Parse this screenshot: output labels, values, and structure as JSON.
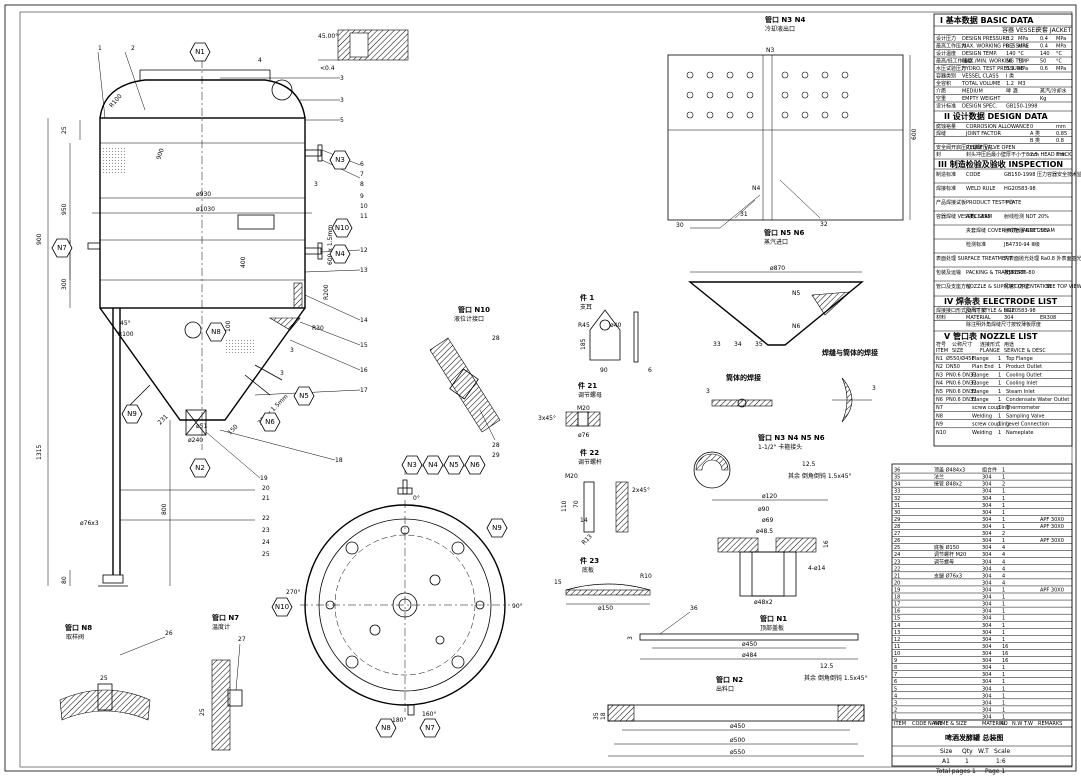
{
  "part_labels": [
    "1",
    "2",
    "3",
    "4",
    "5",
    "6",
    "7",
    "8",
    "9",
    "10",
    "11",
    "12",
    "13",
    "14",
    "15",
    "16",
    "17",
    "18",
    "19",
    "20",
    "21",
    "22",
    "23",
    "24",
    "25",
    "26",
    "27",
    "28",
    "29",
    "30",
    "31",
    "32",
    "33",
    "34",
    "35",
    "36"
  ],
  "nozzles": [
    "N1",
    "N2",
    "N3",
    "N4",
    "N5",
    "N6",
    "N7",
    "N8",
    "N9",
    "N10"
  ],
  "main_dims": {
    "d930": "ø930",
    "d1030": "ø1030",
    "h900": "900",
    "h950": "950",
    "h300": "300",
    "h1315": "1315",
    "h800": "800",
    "h80": "80",
    "h25": "25",
    "r100": "R100",
    "r100b": "R100",
    "r30": "R30",
    "t3": "3",
    "t3b": "3",
    "t3c": "3",
    "d45": "45.00°",
    "d04": "<0.4",
    "r900": "900",
    "r400": "400",
    "r200": "R200",
    "d76": "ø76x3",
    "d51": "ø51",
    "d240": "ø240",
    "d150": "150",
    "d231": "231",
    "d323": "323 x 1.5mm",
    "d600x": "600 x 1.5mm",
    "d45b": "45°",
    "d100": "100",
    "d20": "20"
  },
  "views": {
    "n3n4": {
      "title": "管口 N3 N4",
      "sub": "冷却液出口",
      "d600": "600"
    },
    "n5n6": {
      "title": "管口 N5 N6",
      "sub": "蒸汽进口"
    },
    "part1": {
      "title": "件 1",
      "sub": "支耳",
      "r45": "R45",
      "d40": "ø40",
      "h185": "185",
      "w90": "90",
      "t6": "6"
    },
    "n10": {
      "title": "管口 N10",
      "sub": "液位计接口",
      "d28": "28"
    },
    "part21": {
      "title": "件 21",
      "sub": "调节螺母",
      "m20": "M20",
      "d76": "ø76",
      "c": "3x45°"
    },
    "part22": {
      "title": "件 22",
      "sub": "调节螺杆",
      "m20": "M20",
      "h110": "110",
      "h70": "70",
      "d14": "14",
      "r13": "R13",
      "c": "2x45°"
    },
    "part23": {
      "title": "件 23",
      "sub": "底板",
      "d15": "15",
      "r10": "R10",
      "d150": "ø150"
    },
    "cone": {
      "d870": "ø870"
    },
    "weld": {
      "title": "焊缝与筒体的焊接"
    },
    "shell_weld": {
      "title": "筒体的焊接"
    },
    "n3456": {
      "title": "管口 N3 N4 N5 N6",
      "sub": "1-1/2\" 卡箍接头",
      "roughness": "12.5",
      "chamfer": "其余 倒角倒钝 1.5x45°",
      "d120": "ø120",
      "d90": "ø90",
      "d69": "ø69",
      "d485": "ø48.5",
      "d48x2": "ø48x2",
      "d14": "4-ø14",
      "h16": "16"
    },
    "n1": {
      "title": "管口 N1",
      "sub": "顶部盖板",
      "d450": "ø450",
      "d484": "ø484",
      "t3": "3"
    },
    "n2": {
      "title": "管口 N2",
      "sub": "出料口",
      "roughness": "12.5",
      "chamfer": "其余 倒角倒钝 1.5x45°",
      "d450": "ø450",
      "d500": "ø500",
      "d550": "ø550",
      "h35": "35",
      "h18": "18"
    },
    "n8": {
      "title": "管口 N8",
      "sub": "取样阀",
      "d25": "25"
    },
    "n7": {
      "title": "管口 N7",
      "sub": "温度计",
      "d25": "25"
    },
    "plan": {
      "a0": "0°",
      "a90": "90°",
      "a180": "180°",
      "a270": "270°",
      "a160": "160°",
      "n3g": [
        "N3",
        "N4",
        "N5",
        "N6"
      ]
    }
  },
  "basic_data": {
    "title": "I 基本数据  BASIC DATA",
    "head": [
      "",
      "",
      "容器 VESSEL",
      "夹套 JACKET"
    ],
    "rows": [
      [
        "设计压力",
        "DESIGN PRESSURE",
        "0.2",
        "MPa",
        "0.4",
        "MPa"
      ],
      [
        "最高工作压力",
        "MAX. WORKING PRESSURE",
        "0.2",
        "MPa",
        "0.4",
        "MPa"
      ],
      [
        "设计温度",
        "DESIGN TEMP.",
        "140",
        "°C",
        "140",
        "°C"
      ],
      [
        "最高/低工作温度",
        "MAX./MIN. WORKING TEMP",
        "50",
        "°C",
        "50",
        "°C"
      ],
      [
        "水压试验压力",
        "HYDRO. TEST PRESSURE",
        "0.3",
        "MPa",
        "0.6",
        "MPa"
      ],
      [
        "容器类别",
        "VESSEL CLASS",
        "I 类",
        "",
        "",
        ""
      ],
      [
        "全容积",
        "TOTAL VOLUME",
        "1.2",
        "M3",
        "",
        ""
      ],
      [
        "介质",
        "MEDIUM",
        "啤 酒",
        "",
        "蒸汽/冷却水",
        ""
      ],
      [
        "空重",
        "EMPTY WEIGHT",
        "",
        "",
        "Kg",
        ""
      ],
      [
        "设计标准",
        "DESIGN SPEC.",
        "GB150-1998",
        "",
        "",
        ""
      ]
    ]
  },
  "design_data": {
    "title": "II 设计数据  DESIGN DATA",
    "rows": [
      [
        "腐蚀裕量",
        "CORROSION ALLOWANCE",
        "0",
        "mm"
      ],
      [
        "焊缝",
        "JOINT FACTOR",
        "A 类",
        "0.85"
      ],
      [
        "",
        "",
        "B 类",
        "0.8"
      ],
      [
        "安全阀开启压力/爆破压力",
        "RELIEF VALVE OPEN",
        "",
        ""
      ],
      [
        "封",
        "封头冲压后最小壁厚不小于8mm HEAD THICK",
        "2.5",
        "mm"
      ]
    ]
  },
  "inspection": {
    "title": "III 制造检验及验收  INSPECTION",
    "rows": [
      [
        "制造标准",
        "CODE",
        "GB150-1998 压力容器安全技术监察规程"
      ],
      [
        "焊接标准",
        "WELD RULE",
        "HG20583-98"
      ],
      [
        "产品焊接试板",
        "PRODUCT TEST PLATE",
        "不作"
      ],
      [
        "容器焊缝 VESSEL SEAM",
        "A类CLASS",
        "射线检测 NDT 20%"
      ],
      [
        "",
        "夹套焊缝 COVER WITH JACKET SEAM",
        "射线检测 NDT 20%"
      ],
      [
        "",
        "检测标准",
        "JB4730-94 Ⅲ级"
      ],
      [
        "表面处理 SURFACE TREATMENT",
        "",
        "内表面抛光处理 Ra0.8  外表面亚光处理"
      ],
      [
        "包装及运输",
        "PACKING & TRANSPORT",
        "按JB2536-80"
      ],
      [
        "管口及支座方位",
        "NOZZLE & SUPPORT ORIENTATION",
        "见管口方位",
        "SEE TOP VIEW"
      ]
    ]
  },
  "electrode": {
    "title": "IV 焊条表  ELECTRODE LIST",
    "rows": [
      [
        "焊接接口形式及尺寸按",
        "JOINT STYLE & SIZE",
        "HG20583-98"
      ],
      [
        "材料",
        "MATERIAL",
        "304",
        "ER308"
      ],
      [
        "",
        "除注明外角焊缝尺寸按较薄板厚度",
        "",
        ""
      ]
    ]
  },
  "nozzle_list": {
    "title": "V 管口表  NOZZLE LIST",
    "head": [
      "符号",
      "公称尺寸",
      "连接形式",
      "用途"
    ],
    "head_en": [
      "ITEM",
      "SIZE",
      "FLANGE",
      "SERVICE & DESC"
    ],
    "rows": [
      [
        "N1",
        "Ø550/Ø450",
        "Flange",
        "1",
        "Top Flange"
      ],
      [
        "N2",
        "DN50",
        "Plan End",
        "1",
        "Product Outlet"
      ],
      [
        "N3",
        "PN0.6 DN32",
        "Flange",
        "1",
        "Cooling Outlet"
      ],
      [
        "N4",
        "PN0.6 DN32",
        "Flange",
        "1",
        "Cooling Inlet"
      ],
      [
        "N5",
        "PN0.6 DN32",
        "Flange",
        "1",
        "Steam Inlet"
      ],
      [
        "N6",
        "PN0.6 DN32",
        "Flange",
        "1",
        "Condensate Water Outlet"
      ],
      [
        "N7",
        "",
        "screw coupling",
        "1",
        "Thermometer"
      ],
      [
        "N8",
        "",
        "Welding",
        "1",
        "Sampling Valve"
      ],
      [
        "N9",
        "",
        "screw coupling",
        "1",
        "Level Connection"
      ],
      [
        "N10",
        "",
        "Welding",
        "1",
        "Nameplate"
      ]
    ]
  },
  "bom": {
    "rows": [
      [
        "36",
        "",
        "顶盖 Ø484x3",
        "组合件",
        "1",
        ""
      ],
      [
        "35",
        "",
        "法兰",
        "304",
        "1",
        ""
      ],
      [
        "34",
        "",
        "接管 Ø48x2",
        "304",
        "2",
        ""
      ],
      [
        "33",
        "",
        "",
        "304",
        "1",
        ""
      ],
      [
        "32",
        "",
        "",
        "304",
        "1",
        ""
      ],
      [
        "31",
        "",
        "",
        "304",
        "1",
        ""
      ],
      [
        "30",
        "",
        "",
        "304",
        "1",
        ""
      ],
      [
        "29",
        "",
        "",
        "304",
        "1",
        "APF 30X0"
      ],
      [
        "28",
        "",
        "",
        "304",
        "1",
        "APF 30X0"
      ],
      [
        "27",
        "",
        "",
        "304",
        "2",
        ""
      ],
      [
        "26",
        "",
        "",
        "304",
        "1",
        "APF 30X0"
      ],
      [
        "25",
        "",
        "底板 Ø150",
        "304",
        "4",
        ""
      ],
      [
        "24",
        "",
        "调节螺杆 M20",
        "304",
        "4",
        ""
      ],
      [
        "23",
        "",
        "调节螺母",
        "304",
        "4",
        ""
      ],
      [
        "22",
        "",
        "",
        "304",
        "4",
        ""
      ],
      [
        "21",
        "",
        "支腿 Ø76x3",
        "304",
        "4",
        ""
      ],
      [
        "20",
        "",
        "",
        "304",
        "4",
        ""
      ],
      [
        "19",
        "",
        "",
        "304",
        "1",
        "APF 30X0"
      ],
      [
        "18",
        "",
        "",
        "304",
        "1",
        ""
      ],
      [
        "17",
        "",
        "",
        "304",
        "1",
        ""
      ],
      [
        "16",
        "",
        "",
        "304",
        "1",
        ""
      ],
      [
        "15",
        "",
        "",
        "304",
        "1",
        ""
      ],
      [
        "14",
        "",
        "",
        "304",
        "1",
        ""
      ],
      [
        "13",
        "",
        "",
        "304",
        "1",
        ""
      ],
      [
        "12",
        "",
        "",
        "304",
        "1",
        ""
      ],
      [
        "11",
        "",
        "",
        "304",
        "16",
        ""
      ],
      [
        "10",
        "",
        "",
        "304",
        "16",
        ""
      ],
      [
        "9",
        "",
        "",
        "304",
        "16",
        ""
      ],
      [
        "8",
        "",
        "",
        "304",
        "1",
        ""
      ],
      [
        "7",
        "",
        "",
        "304",
        "1",
        ""
      ],
      [
        "6",
        "",
        "",
        "304",
        "1",
        ""
      ],
      [
        "5",
        "",
        "",
        "304",
        "1",
        ""
      ],
      [
        "4",
        "",
        "",
        "304",
        "1",
        ""
      ],
      [
        "3",
        "",
        "",
        "304",
        "1",
        ""
      ],
      [
        "2",
        "",
        "",
        "304",
        "1",
        ""
      ],
      [
        "1",
        "",
        "",
        "304",
        "1",
        ""
      ]
    ],
    "head": [
      "ITEM",
      "CODE NAME",
      "NAME & SIZE",
      "MATERIAL",
      "NO",
      "N.W",
      "T.W",
      "REMARKS"
    ]
  },
  "title_block": {
    "name": "啤酒发酵罐 总装图",
    "size_label": "Size",
    "qty_label": "Qty",
    "wt_label": "W.T",
    "scale_label": "Scale",
    "size": "A1",
    "qty": "1",
    "scale": "1:6",
    "pages": "Total pages 1",
    "page": "Page 1"
  }
}
